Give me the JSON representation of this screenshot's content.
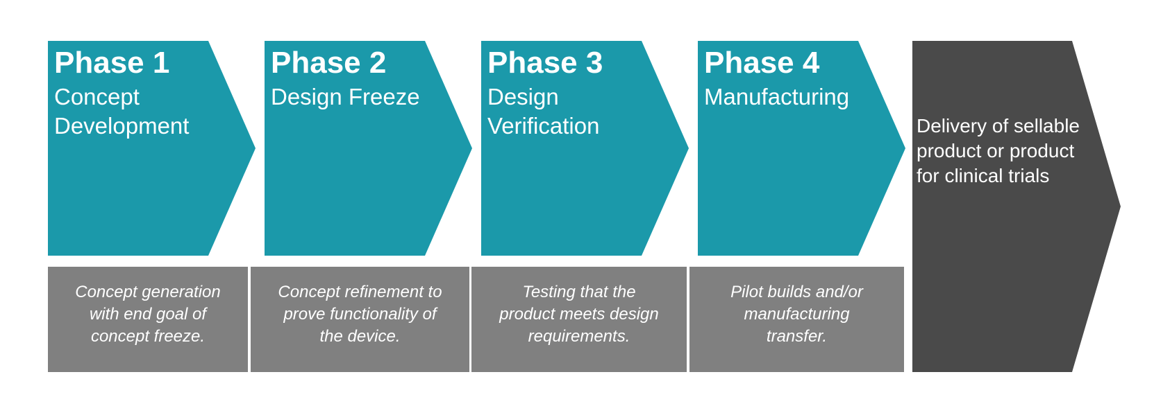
{
  "colors": {
    "phase_fill": "#1b99aa",
    "description_fill": "#808080",
    "delivery_fill": "#4a4a4a",
    "text": "#ffffff",
    "background": "#ffffff"
  },
  "phases": [
    {
      "title": "Phase 1",
      "subtitle_lines": [
        "Concept",
        "Development"
      ],
      "description_lines": [
        "Concept generation",
        "with end goal of",
        "concept freeze."
      ]
    },
    {
      "title": "Phase 2",
      "subtitle_lines": [
        "Design Freeze"
      ],
      "description_lines": [
        "Concept refinement to",
        "prove functionality of",
        "the device."
      ]
    },
    {
      "title": "Phase 3",
      "subtitle_lines": [
        "Design",
        "Verification"
      ],
      "description_lines": [
        "Testing that the",
        "product meets design",
        "requirements."
      ]
    },
    {
      "title": "Phase 4",
      "subtitle_lines": [
        "Manufacturing"
      ],
      "description_lines": [
        "Pilot builds and/or",
        "manufacturing",
        "transfer."
      ]
    }
  ],
  "delivery": {
    "lines": [
      "Delivery of sellable",
      "product or product",
      "for clinical trials"
    ]
  }
}
